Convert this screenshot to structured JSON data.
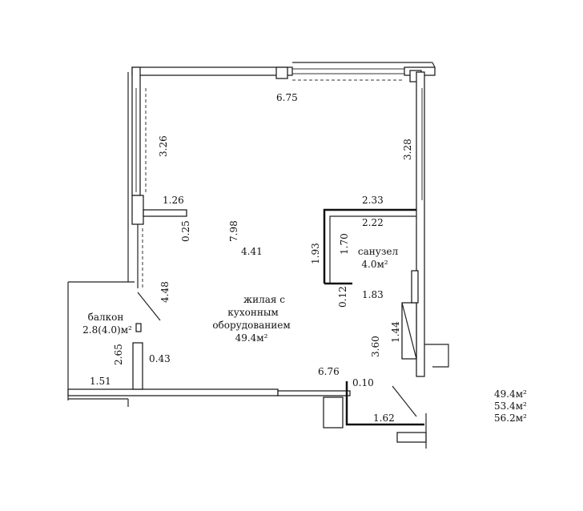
{
  "dimensions": {
    "top_wall": "6.75",
    "left_upper": "3.26",
    "right_upper": "3.28",
    "stub_width": "1.26",
    "stub_small": "0.25",
    "room_height": "7.98",
    "room_depth": "4.41",
    "left_lower": "4.48",
    "bath_top_outer": "2.33",
    "bath_top_inner": "2.22",
    "bath_left_outer": "1.93",
    "bath_left_inner": "1.70",
    "bath_small": "0.12",
    "bath_bottom": "1.83",
    "bath_right_lower": "1.44",
    "right_lower": "3.60",
    "bottom_wall": "6.76",
    "bottom_small": "0.10",
    "entry_width": "1.62",
    "balcony_height": "2.65",
    "balcony_small": "0.43",
    "balcony_width": "1.51"
  },
  "rooms": {
    "living": {
      "line1": "жилая с",
      "line2": "кухонным",
      "line3": "оборудованием",
      "area": "49.4м²"
    },
    "bathroom": {
      "name": "санузел",
      "area": "4.0м²"
    },
    "balcony": {
      "name": "балкон",
      "area": "2.8(4.0)м²"
    }
  },
  "totals": [
    "49.4м²",
    "53.4м²",
    "56.2м²"
  ]
}
